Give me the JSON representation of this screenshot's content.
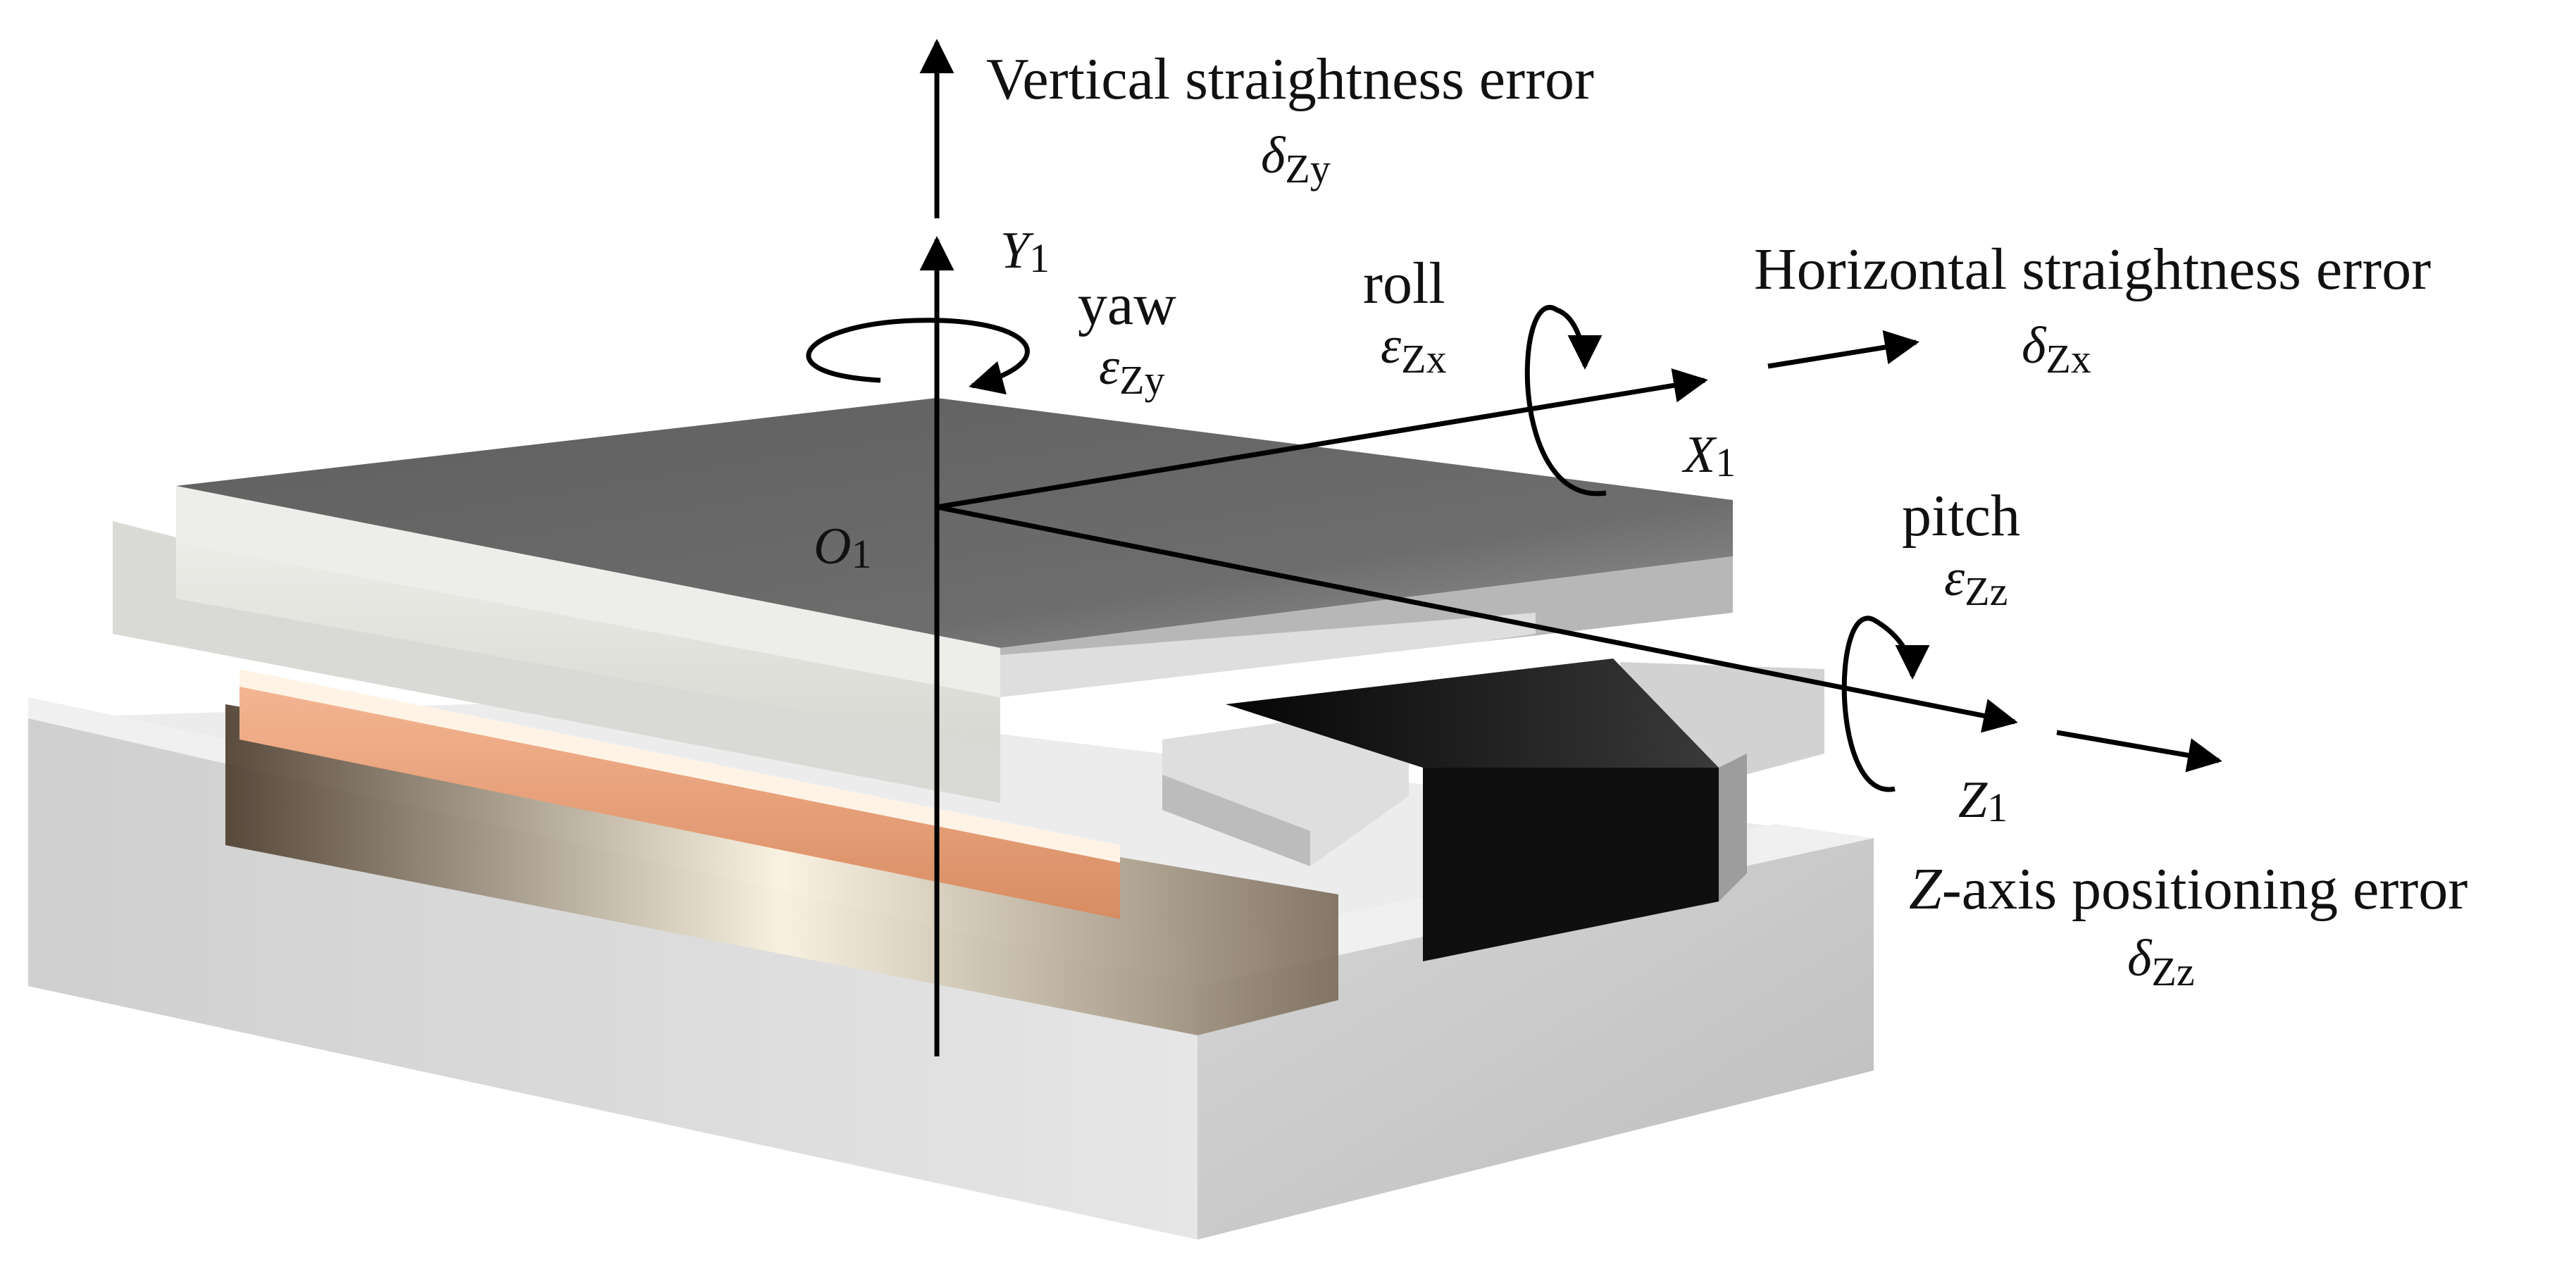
{
  "axes": {
    "y": {
      "name": "Y",
      "sub": "1"
    },
    "x": {
      "name": "X",
      "sub": "1"
    },
    "z": {
      "name": "Z",
      "sub": "1"
    },
    "origin": {
      "name": "O",
      "sub": "1"
    }
  },
  "errors": {
    "vertical": {
      "label": "Vertical straightness error",
      "sym": "δ",
      "sub": "Zy"
    },
    "horizontal": {
      "label": "Horizontal straightness error",
      "sym": "δ",
      "sub": "Zx"
    },
    "positioning": {
      "label_italic": "Z",
      "label_rest": "-axis positioning error",
      "sym": "δ",
      "sub": "Zz"
    },
    "yaw": {
      "label": "yaw",
      "sym": "ε",
      "sub": "Zy"
    },
    "roll": {
      "label": "roll",
      "sym": "ε",
      "sub": "Zx"
    },
    "pitch": {
      "label": "pitch",
      "sym": "ε",
      "sub": "Zz"
    }
  },
  "colors": {
    "base": "#d9d9d9",
    "table_top": "#6b6b6b",
    "copper": "#e9a47d",
    "slot": "#151515",
    "arrow": "#000000"
  }
}
